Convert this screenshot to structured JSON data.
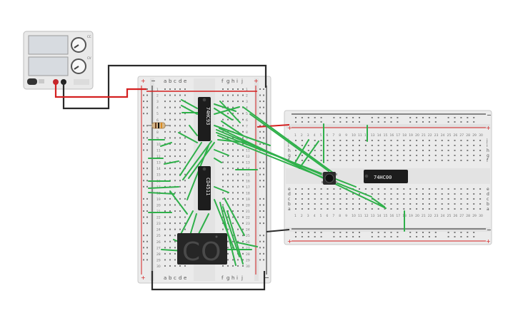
{
  "power_supply": {
    "label_top": "CC",
    "label_bottom": "CV"
  },
  "breadboard_left": {
    "column_letters_left": [
      "a",
      "b",
      "c",
      "d",
      "e"
    ],
    "column_letters_right": [
      "f",
      "g",
      "h",
      "i",
      "j"
    ],
    "row_numbers": [
      "1",
      "2",
      "3",
      "4",
      "5",
      "6",
      "7",
      "8",
      "9",
      "10",
      "11",
      "12",
      "13",
      "14",
      "15",
      "16",
      "17",
      "18",
      "19",
      "20",
      "21",
      "22",
      "23",
      "24",
      "25",
      "26",
      "27",
      "28",
      "29",
      "30"
    ],
    "rail_plus": "+",
    "rail_minus": "−"
  },
  "breadboard_right": {
    "row_letters_top": [
      "j",
      "i",
      "h",
      "g",
      "f"
    ],
    "row_letters_bottom": [
      "e",
      "d",
      "c",
      "b",
      "a"
    ],
    "rail_plus": "+",
    "rail_minus": "−"
  },
  "chips": {
    "counter": "74HC93",
    "decoder": "CD4511",
    "nand": "74HC00"
  },
  "display": {
    "digits": "CO"
  },
  "colors": {
    "wire_green": "#2fb04a",
    "wire_red": "#d42020",
    "wire_black": "#2a2a2a",
    "breadboard": "#ececec",
    "chip": "#1d1d1d"
  }
}
